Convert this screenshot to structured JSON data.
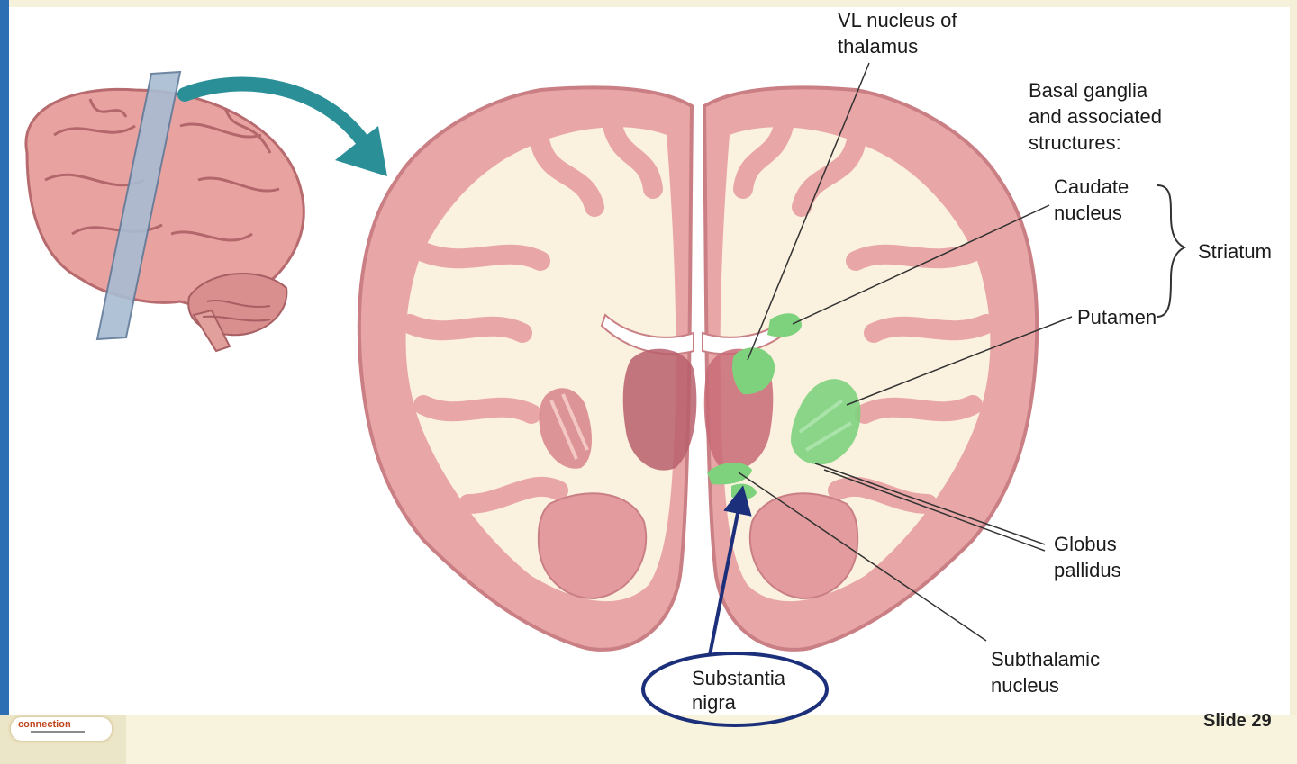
{
  "labels": {
    "vl_nucleus": "VL  nucleus of\nthalamus",
    "basal_ganglia": "Basal ganglia\nand associated\nstructures:",
    "caudate": "Caudate\nnucleus",
    "striatum": "Striatum",
    "putamen": "Putamen",
    "globus_pallidus": "Globus\npallidus",
    "subthalamic": "Subthalamic\nnucleus",
    "substantia_nigra": "Substantia\nnigra"
  },
  "footer": {
    "slide_number": "Slide 29",
    "logo_text": "connection"
  },
  "colors": {
    "cortex": "#e9a6a6",
    "cortex_edge": "#c97f84",
    "white_matter": "#fbf1df",
    "highlight_green": "#7ed27e",
    "deep_nuclei": "#b95f6c",
    "circle_outline": "#1c2f7a",
    "arrow_teal": "#2a8f97",
    "slice_plane": "#9fb4cc"
  }
}
